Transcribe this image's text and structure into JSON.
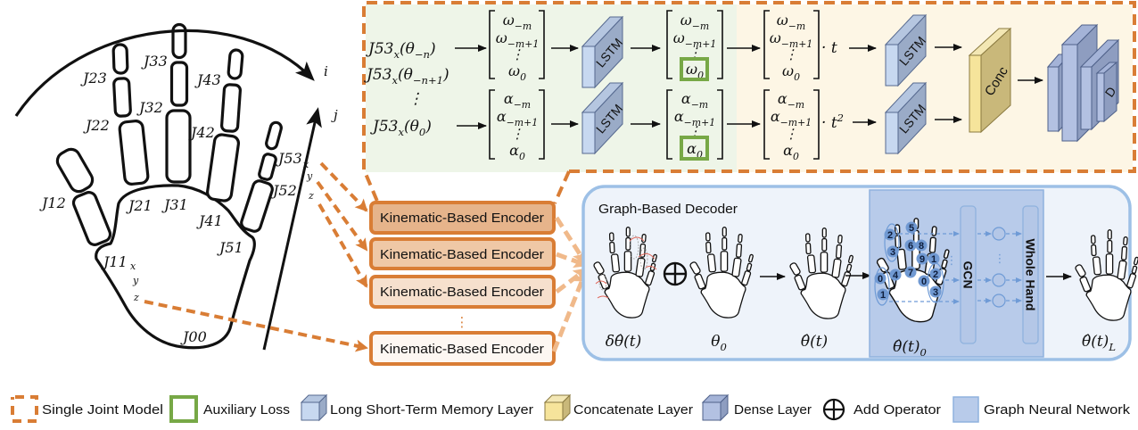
{
  "colors": {
    "sjm": "#d97d35",
    "aux": "#77a846",
    "lstm": "#c7d8f0",
    "conc": "#f6e49b",
    "dense": "#b3c1e2",
    "gnn": "#b8cbea",
    "dec": "#eef3fa",
    "conn": "#f0b98a"
  },
  "hand_model": {
    "joint_labels": [
      "J23",
      "J33",
      "J43",
      "J22",
      "J32",
      "J42",
      "J53",
      "J52",
      "J12",
      "J21",
      "J31",
      "J41",
      "J51",
      "J11",
      "J00"
    ],
    "j53_axes": [
      "x",
      "y",
      "z"
    ],
    "j11_axes": [
      "x",
      "y",
      "z"
    ],
    "rotation_labels": {
      "i": "i",
      "j": "j"
    }
  },
  "single_joint_model": {
    "inputs": [
      [
        [
          "J53",
          ""
        ],
        [
          "x",
          "sub"
        ],
        [
          "(θ",
          ""
        ],
        [
          "−n",
          "sub"
        ],
        [
          ")",
          ""
        ]
      ],
      [
        [
          "J53",
          ""
        ],
        [
          "x",
          "sub"
        ],
        [
          "(θ",
          ""
        ],
        [
          "−n+1",
          "sub"
        ],
        [
          ")",
          ""
        ]
      ],
      [
        [
          "J53",
          ""
        ],
        [
          "x",
          "sub"
        ],
        [
          "(θ",
          ""
        ],
        [
          "0",
          "sub"
        ],
        [
          ")",
          ""
        ]
      ]
    ],
    "input_ellipsis": "⋮",
    "angular_velocity_vector": [
      [
        [
          "ω",
          ""
        ],
        [
          "−m",
          "sub"
        ]
      ],
      [
        [
          "ω",
          ""
        ],
        [
          "−m+1",
          "sub"
        ]
      ],
      [
        [
          "⋮",
          ""
        ]
      ],
      [
        [
          "ω",
          ""
        ],
        [
          "0",
          "sub"
        ]
      ]
    ],
    "angular_acceleration_vector": [
      [
        [
          "α",
          ""
        ],
        [
          "−m",
          "sub"
        ]
      ],
      [
        [
          "α",
          ""
        ],
        [
          "−m+1",
          "sub"
        ]
      ],
      [
        [
          "⋮",
          ""
        ]
      ],
      [
        [
          "α",
          ""
        ],
        [
          "0",
          "sub"
        ]
      ]
    ],
    "time_multiplier_velocity": [
      [
        "· ",
        ""
      ],
      [
        "t",
        ""
      ]
    ],
    "time_multiplier_acceleration": [
      [
        "· ",
        ""
      ],
      [
        "t",
        ""
      ],
      [
        "2",
        "sup"
      ]
    ],
    "lstm_label": "LSTM",
    "concat_label": "Conc",
    "dense_label": "D"
  },
  "encoders": {
    "items": [
      "Kinematic-Based Encoder",
      "Kinematic-Based Encoder",
      "Kinematic-Based Encoder",
      "Kinematic-Based Encoder"
    ],
    "ellipsis": "⋮"
  },
  "decoder": {
    "title": "Graph-Based Decoder",
    "stages": {
      "delta_pose": [
        [
          "δθ̂(t)",
          ""
        ]
      ],
      "initial_pose": [
        [
          "θ",
          ""
        ],
        [
          "0",
          "sub"
        ]
      ],
      "predicted_pose": [
        [
          "θ̂(t)",
          ""
        ]
      ],
      "graph_input_pose": [
        [
          "θ̂(t)",
          ""
        ],
        [
          "0",
          "sub"
        ]
      ],
      "final_pose": [
        [
          "θ̂(t)",
          ""
        ],
        [
          "L",
          "sub"
        ]
      ]
    },
    "gcn_label": "GCN",
    "whole_hand_label": "Whole Hand",
    "graph_nodes": [
      "2",
      "3",
      "0",
      "1",
      "4",
      "5",
      "6",
      "7",
      "8",
      "9",
      "0",
      "1",
      "2",
      "3"
    ],
    "ellipsis": "⋮"
  },
  "legend": [
    {
      "label": "Single Joint Model"
    },
    {
      "label": "Auxiliary Loss"
    },
    {
      "label": "Long Short-Term Memory Layer"
    },
    {
      "label": "Concatenate Layer"
    },
    {
      "label": "Dense Layer"
    },
    {
      "label": "Add Operator"
    },
    {
      "label": "Graph Neural Network"
    }
  ]
}
